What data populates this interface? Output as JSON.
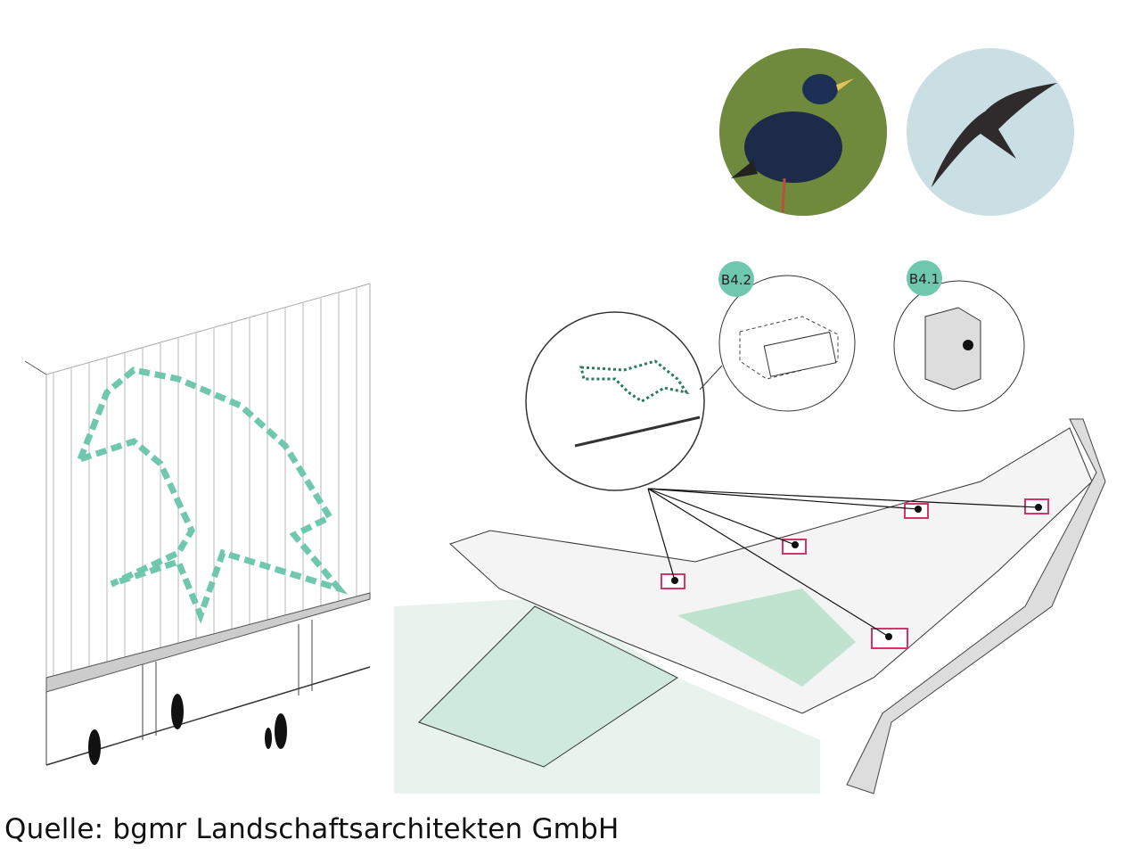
{
  "caption": "Quelle: bgmr Landschaftsarchitekten GmbH",
  "labels": {
    "b42": "B4.2",
    "b41": "B4.1"
  },
  "colors": {
    "accent": "#6fc8ae",
    "highlight": "#d6336c",
    "sky": "#c9dfe4"
  }
}
